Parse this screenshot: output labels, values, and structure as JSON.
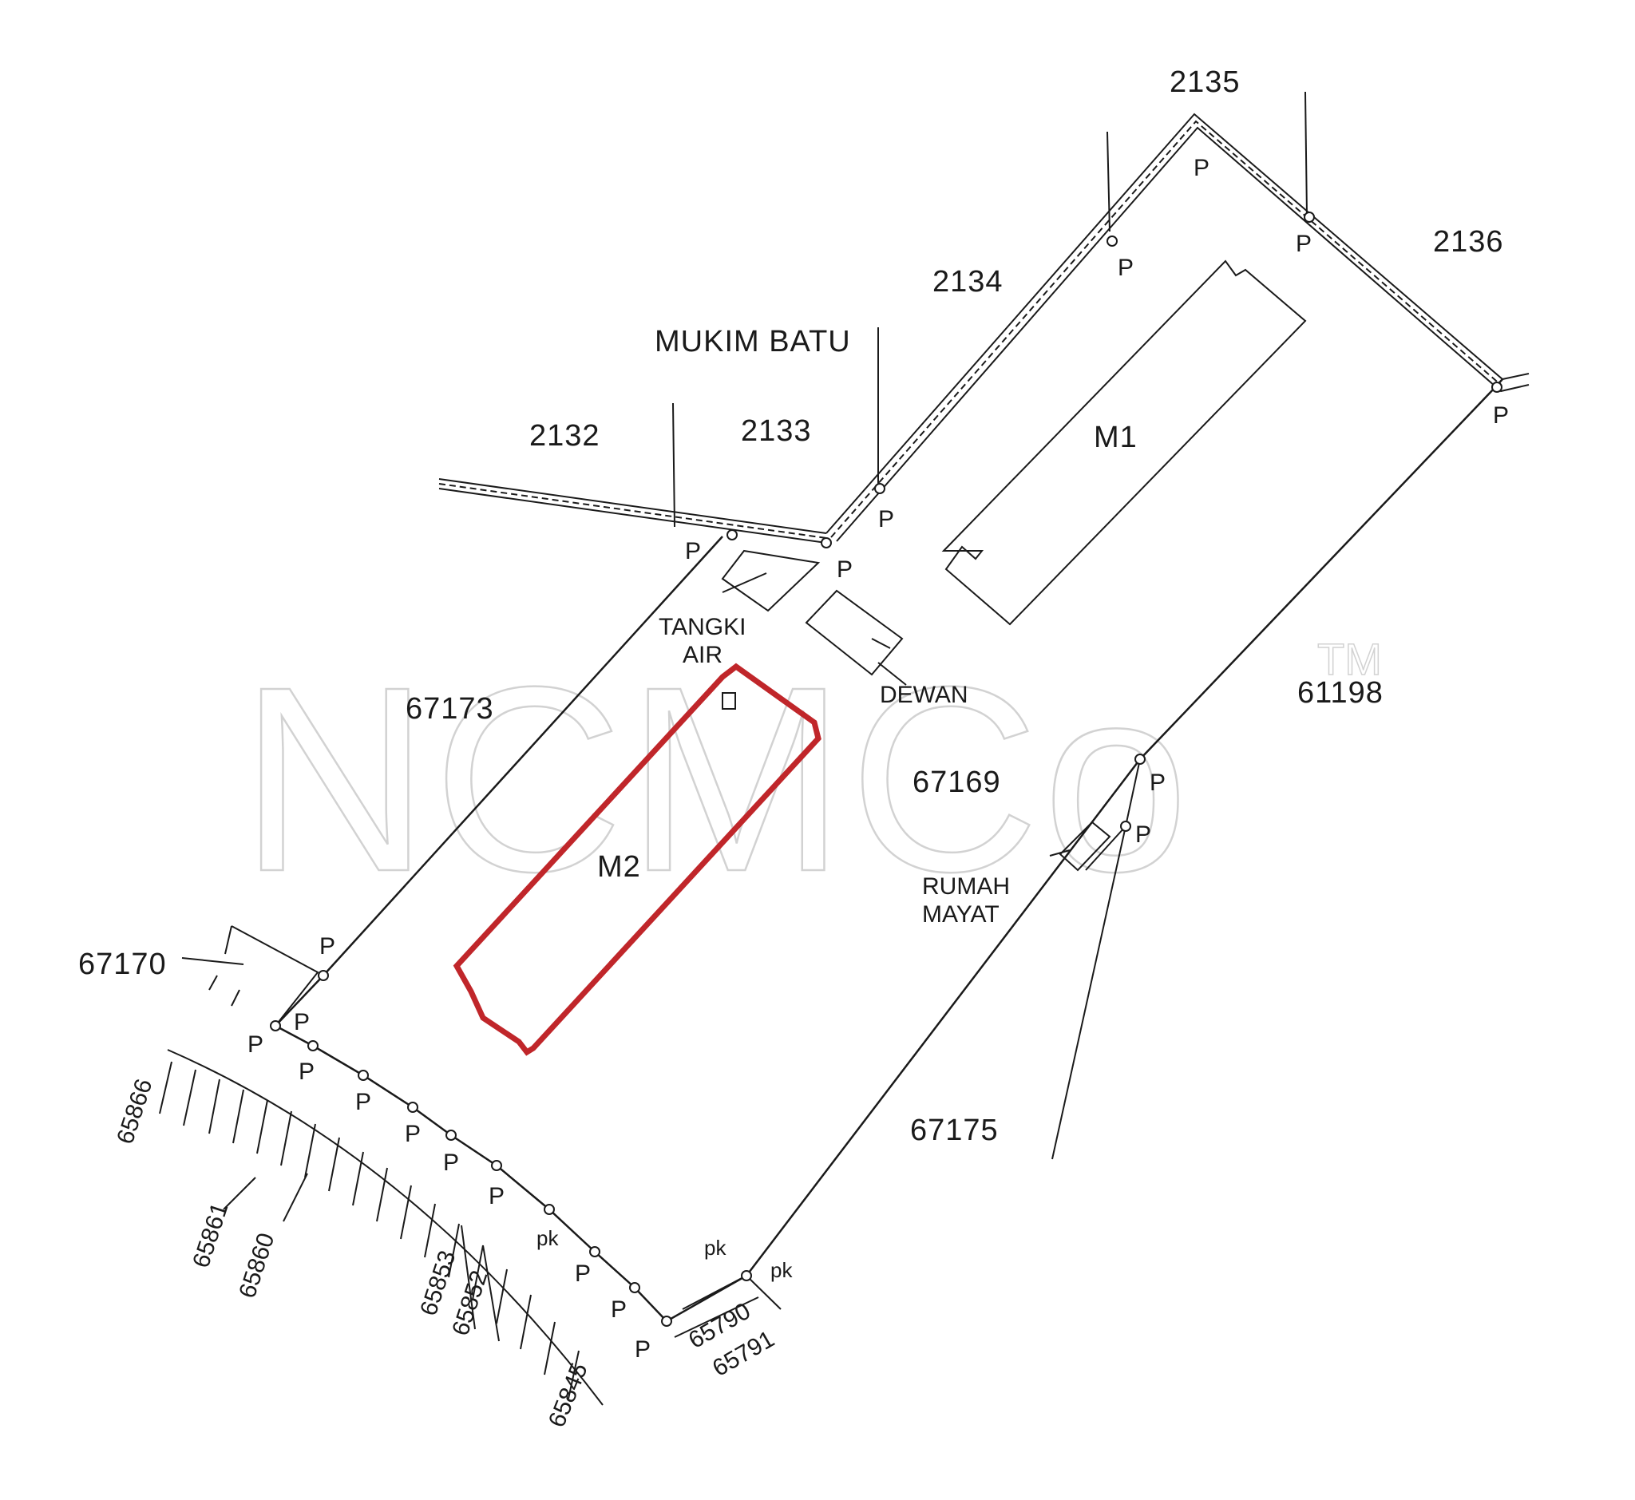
{
  "map": {
    "district_label": "MUKIM BATU",
    "lots": {
      "lot_2132": "2132",
      "lot_2133": "2133",
      "lot_2134": "2134",
      "lot_2135": "2135",
      "lot_2136": "2136",
      "lot_61198": "61198",
      "lot_67173": "67173",
      "lot_67169": "67169",
      "lot_67170": "67170",
      "lot_67175": "67175",
      "lot_65866": "65866",
      "lot_65861": "65861",
      "lot_65860": "65860",
      "lot_65853": "65853",
      "lot_65852": "65852",
      "lot_65845": "65845",
      "lot_65790": "65790",
      "lot_65791": "65791"
    },
    "buildings": {
      "m1": "M1",
      "m2": "M2",
      "tangki_line1": "TANGKI",
      "tangki_line2": "AIR",
      "dewan": "DEWAN",
      "rumah_line1": "RUMAH",
      "rumah_line2": "MAYAT"
    },
    "markers": {
      "peg": "P",
      "pk": "pk"
    },
    "highlight_color": "#c0262a",
    "highlighted_building": "M2",
    "watermark": "NCMCo",
    "watermark_tm": "TM"
  }
}
